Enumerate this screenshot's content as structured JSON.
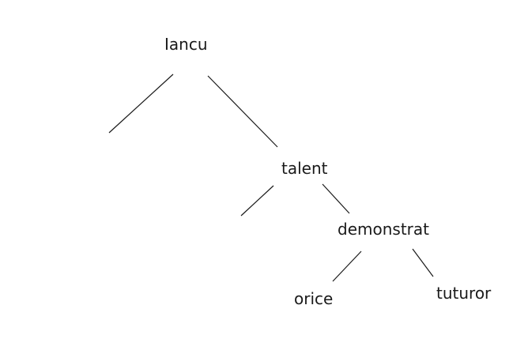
{
  "tree": {
    "nodes": {
      "root": "Iancu",
      "talent": "talent",
      "demonstrat": "demonstrat",
      "orice": "orice",
      "tuturor": "tuturor"
    }
  }
}
